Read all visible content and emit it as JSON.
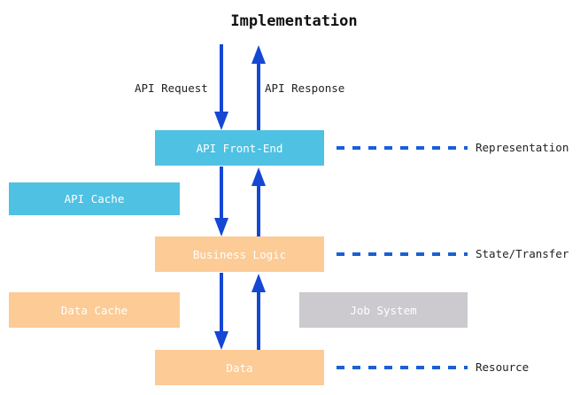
{
  "diagram": {
    "title": "Implementation",
    "colors": {
      "blue_box": "#4FC1E3",
      "orange_box": "#FCCB96",
      "gray_box": "#CCC9CF",
      "arrow_blue": "#1447D4",
      "dash_blue": "#1a5fd6",
      "box_text": "#FFFFFF",
      "label_text": "#222222",
      "background": "#FFFFFF"
    },
    "boxes": [
      {
        "id": "api-front-end",
        "label": "API Front-End",
        "color": "blue"
      },
      {
        "id": "api-cache",
        "label": "API Cache",
        "color": "blue"
      },
      {
        "id": "business-logic",
        "label": "Business Logic",
        "color": "orange"
      },
      {
        "id": "data-cache",
        "label": "Data Cache",
        "color": "orange"
      },
      {
        "id": "job-system",
        "label": "Job System",
        "color": "gray"
      },
      {
        "id": "data",
        "label": "Data",
        "color": "orange"
      }
    ],
    "flow_labels": {
      "request": "API Request",
      "response": "API Response"
    },
    "side_labels": [
      {
        "id": "representation",
        "label": "Representation"
      },
      {
        "id": "state-transfer",
        "label": "State/Transfer"
      },
      {
        "id": "resource",
        "label": "Resource"
      }
    ]
  }
}
